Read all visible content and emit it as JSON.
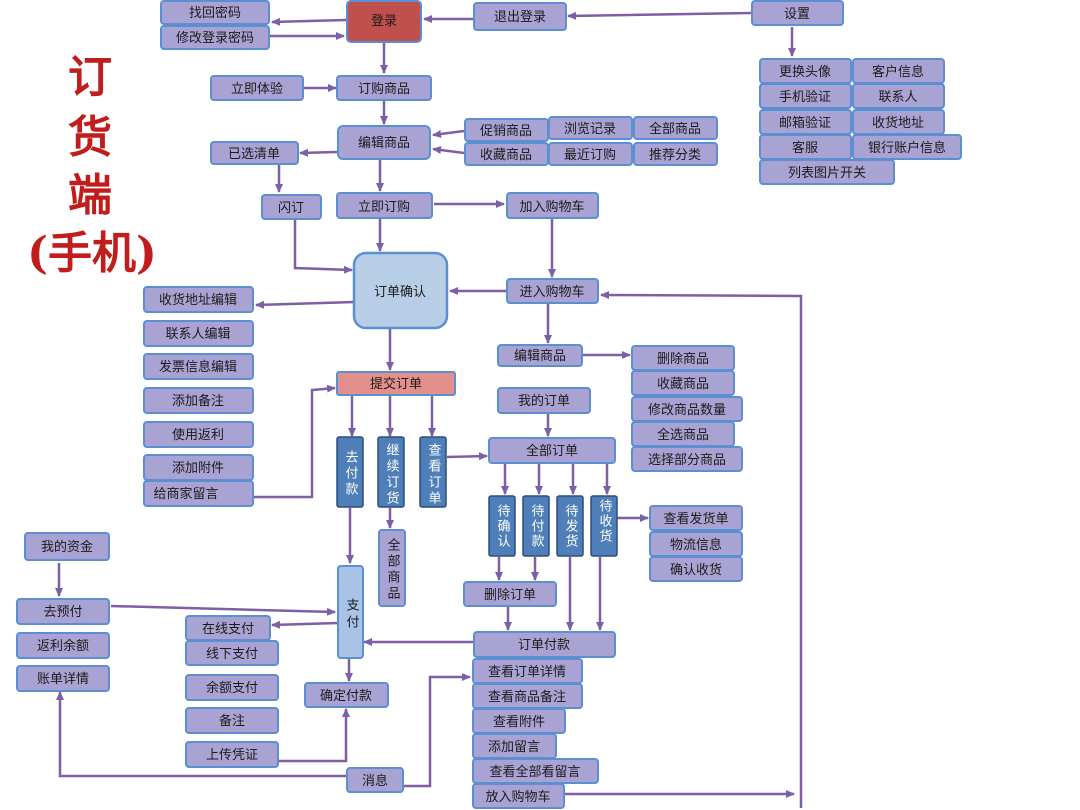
{
  "title_lines": [
    "订",
    "货",
    "端",
    "(手机)"
  ],
  "nodes": {
    "n01": "找回密码",
    "n02": "修改登录密码",
    "n03": "登录",
    "n04": "退出登录",
    "n05": "设置",
    "n06": "更换头像",
    "n07": "客户信息",
    "n08": "手机验证",
    "n09": "联系人",
    "n10": "邮箱验证",
    "n11": "收货地址",
    "n12": "客服",
    "n13": "银行账户信息",
    "n14": "列表图片开关",
    "n15": "立即体验",
    "n16": "订购商品",
    "n17": "编辑商品",
    "n18": "促销商品",
    "n19": "浏览记录",
    "n20": "全部商品",
    "n21": "收藏商品",
    "n22": "最近订购",
    "n23": "推荐分类",
    "n24": "已选清单",
    "n25": "闪订",
    "n26": "立即订购",
    "n27": "加入购物车",
    "n28": "订单确认",
    "n29": "进入购物车",
    "n30": "收货地址编辑",
    "n31": "联系人编辑",
    "n32": "发票信息编辑",
    "n33": "添加备注",
    "n34": "使用返利",
    "n35": "添加附件",
    "n36": "给商家留言",
    "n37": "提交订单",
    "n38": "编辑商品",
    "n39": "删除商品",
    "n40": "收藏商品",
    "n41": "修改商品数量",
    "n42": "全选商品",
    "n43": "选择部分商品",
    "n44": "我的订单",
    "n45": "全部订单",
    "n46": "去付款",
    "n47": "继续订货",
    "n48": "查看订单",
    "n49": "全部商品",
    "n50": "待确认",
    "n51": "待付款",
    "n52": "待发货",
    "n53": "待收货",
    "n54": "查看发货单",
    "n55": "物流信息",
    "n56": "确认收货",
    "n57": "删除订单",
    "n58": "我的资金",
    "n59": "去预付",
    "n60": "返利余额",
    "n61": "账单详情",
    "n62": "支付",
    "n63": "在线支付",
    "n64": "线下支付",
    "n65": "余额支付",
    "n66": "备注",
    "n67": "上传凭证",
    "n68": "确定付款",
    "n69": "订单付款",
    "n70": "查看订单详情",
    "n71": "查看商品备注",
    "n72": "查看附件",
    "n73": "添加留言",
    "n74": "查看全部看留言",
    "n75": "放入购物车",
    "n76": "消息"
  },
  "colors": {
    "node_fill": "#a9a3d3",
    "node_border": "#5b8fd1",
    "login_fill": "#c0504d",
    "submit_fill": "#e3908d",
    "confirm_fill": "#b8cde6",
    "status_fill": "#4f7fb8",
    "pay_fill": "#a8c3e5",
    "edge": "#7d5fa6",
    "title": "#c21d1d"
  }
}
